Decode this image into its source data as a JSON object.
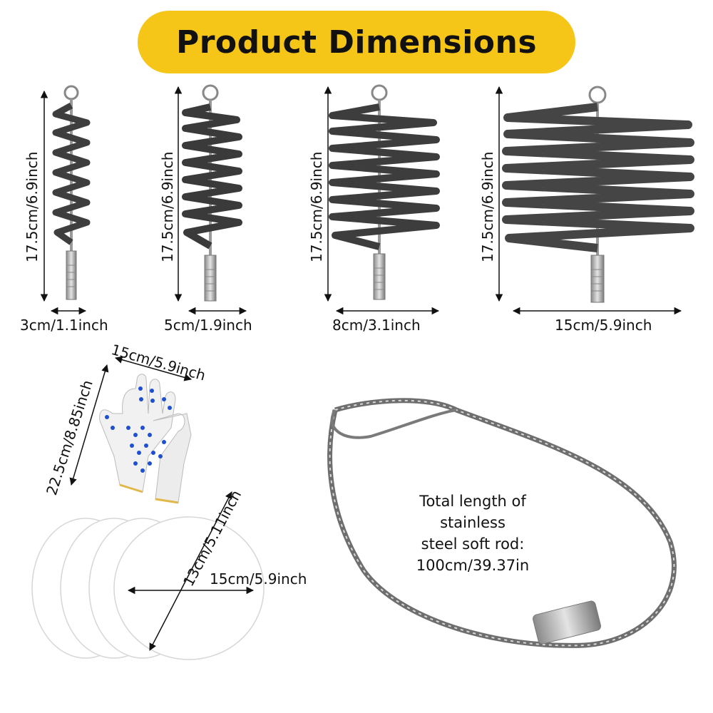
{
  "title": "Product Dimensions",
  "brushes": [
    {
      "height": "17.5cm/6.9inch",
      "width": "3cm/1.1inch"
    },
    {
      "height": "17.5cm/6.9inch",
      "width": "5cm/1.9inch"
    },
    {
      "height": "17.5cm/6.9inch",
      "width": "8cm/3.1inch"
    },
    {
      "height": "17.5cm/6.9inch",
      "width": "15cm/5.9inch"
    }
  ],
  "gloves": {
    "width": "15cm/5.9inch",
    "height": "22.5cm/8.85inch"
  },
  "filters": {
    "width": "15cm/5.9inch",
    "height": "13cm/5.11inch"
  },
  "rod": {
    "line1": "Total length of stainless",
    "line2": "steel soft rod:",
    "line3": "100cm/39.37in"
  },
  "colors": {
    "banner": "#f5c518",
    "glove_dots": "#1f4fd1",
    "metal": "#777777"
  }
}
